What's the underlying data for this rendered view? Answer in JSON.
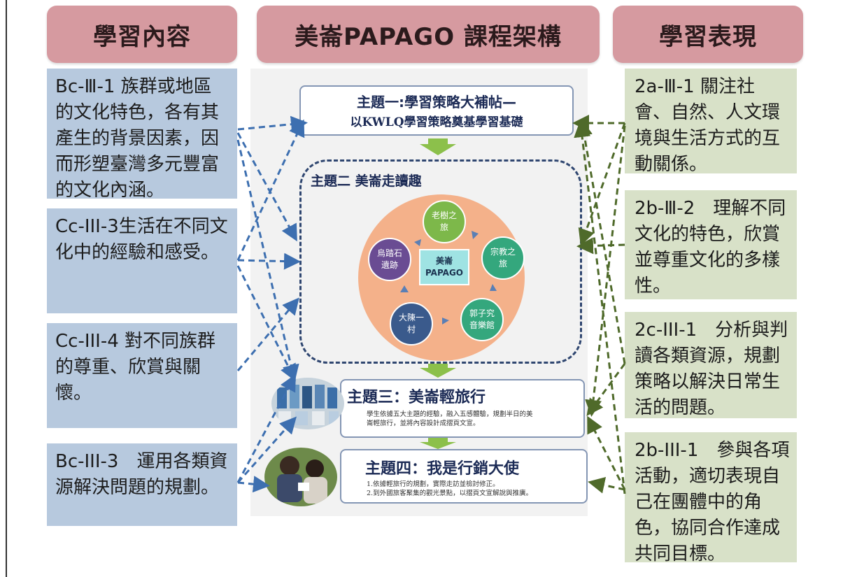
{
  "headers": {
    "left": "學習內容",
    "center": "美崙PAPAGO 課程架構",
    "right": "學習表現"
  },
  "learning_content": [
    "Bc-Ⅲ-1 族群或地區的文化特色，各有其產生的背景因素，因而形塑臺灣多元豐富的文化內涵。",
    "Cc-III-3生活在不同文化中的經驗和感受。",
    "Cc-III-4 對不同族群的尊重、欣賞與關懷。",
    "Bc-III-3　運用各類資源解決問題的規劃。"
  ],
  "learning_performance": [
    "2a-Ⅲ-1 關注社會、自然、人文環境與生活方式的互動關係。",
    "2b-Ⅲ-2　理解不同文化的特色，欣賞並尊重文化的多樣性。",
    "2c-III-1　分析與判讀各類資源，規劃策略以解決日常生活的問題。",
    "2b-III-1　參與各項活動，適切表現自己在團體中的角色，協同合作達成共同目標。"
  ],
  "topics": {
    "t1_line1": "主題一:學習策略大補帖—",
    "t1_line2": "以KWLQ學習策略奠基學習基礎",
    "t2_title": "主題二 美崙走讀趣",
    "t3_title": "主題三：美崙輕旅行",
    "t3_desc1": "學生依據五大主題的經驗，融入五感體驗，規劃半日的美",
    "t3_desc2": "崙輕旅行，並將內容設計成摺頁文宣。",
    "t4_title": "主題四：我是行銷大使",
    "t4_desc1": "1.依據輕旅行的規劃，實際走訪並檢討修正。",
    "t4_desc2": "2.到外國旅客聚集的觀光景點，以摺頁文宣解說與推廣。"
  },
  "cycle": {
    "hub_line1": "美崙",
    "hub_line2": "PAPAGO",
    "nodes": [
      {
        "line1": "老樹之",
        "line2": "旅"
      },
      {
        "line1": "宗教之",
        "line2": "旅"
      },
      {
        "line1": "郭子究",
        "line2": "音樂館"
      },
      {
        "line1": "大陳一",
        "line2": "村"
      },
      {
        "line1": "烏踏石",
        "line2": "遺跡"
      }
    ]
  },
  "colors": {
    "header_bg": "#d69aa0",
    "left_box_bg": "#b7c9de",
    "right_box_bg": "#d8e1c8",
    "blue_arrow": "#3d6fb0",
    "green_arrow": "#4f6a2a",
    "node_green": "#7db84a",
    "node_teal": "#34a77d",
    "node_blue": "#3a5a8c",
    "node_purple": "#6a4c93"
  }
}
